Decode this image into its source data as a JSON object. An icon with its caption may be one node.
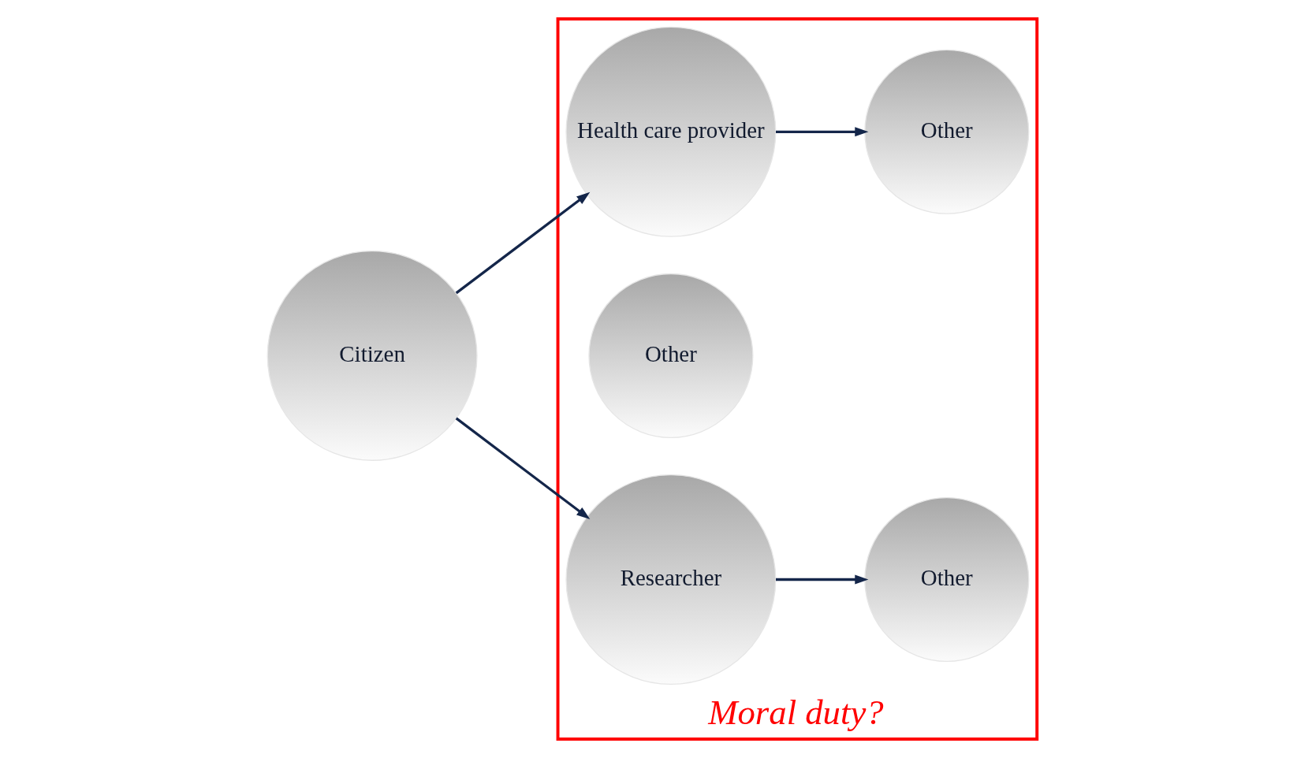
{
  "diagram": {
    "nodes": [
      {
        "text": [
          "Citizen"
        ]
      },
      {
        "text": [
          "Moral duty?"
        ]
      },
      {
        "text": [
          "Health care provider"
        ],
        "in": 1
      },
      {
        "text": [
          "Other"
        ],
        "in": 1
      },
      {
        "text": [
          "Other"
        ],
        "in": 1
      },
      {
        "text": [
          "Researcher"
        ],
        "in": 1
      },
      {
        "text": [
          "Other"
        ],
        "in": 1
      }
    ],
    "edges": [
      {
        "from": 0,
        "to": 2,
        "arrow": "to"
      },
      {
        "from": 0,
        "to": 5,
        "arrow": "to"
      },
      {
        "from": 2,
        "to": 3,
        "arrow": "to"
      },
      {
        "from": 5,
        "to": 6,
        "arrow": "to"
      }
    ]
  }
}
